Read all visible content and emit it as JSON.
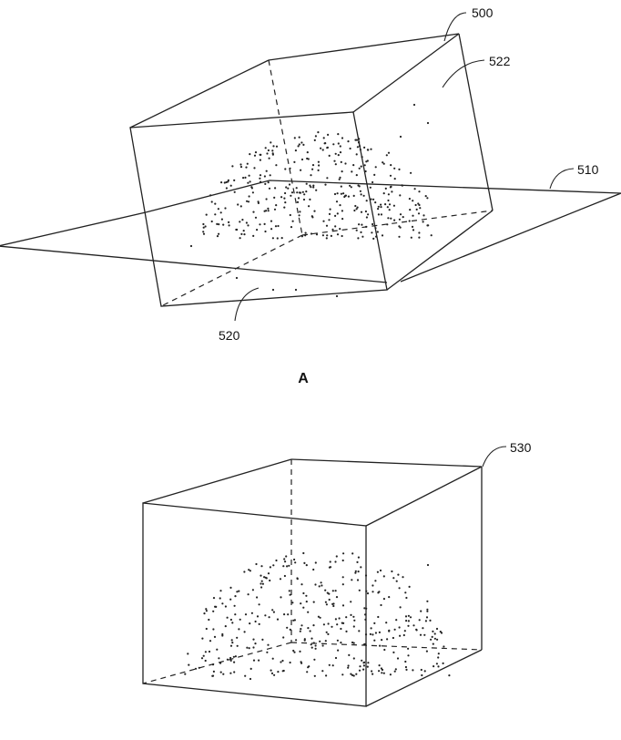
{
  "labels": {
    "volume_a": "500",
    "plane": "510",
    "lower_region": "520",
    "upper_region": "522",
    "volume_b": "530"
  },
  "captions": {
    "figure_a": "A"
  },
  "colors": {
    "line": "#222222",
    "background": "#ffffff"
  }
}
